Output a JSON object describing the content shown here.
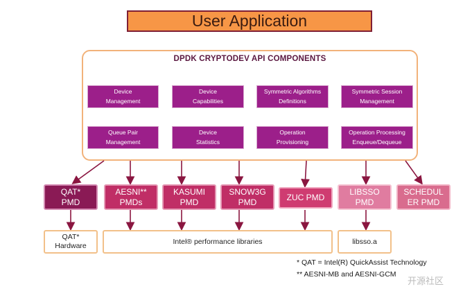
{
  "top_box": {
    "label": "User Application"
  },
  "api": {
    "title": "DPDK CRYPTODEV API COMPONENTS",
    "components": [
      "Device\nManagement",
      "Device\nCapabilities",
      "Symmetric Algorithms\nDefinitions",
      "Symmetric Session\nManagement",
      "Queue Pair\nManagement",
      "Device\nStatistics",
      "Operation\nProvisioning",
      "Operation Processing\nEnqueue/Dequeue"
    ]
  },
  "pmds": [
    "QAT*\nPMD",
    "AESNI**\nPMDs",
    "KASUMI\nPMD",
    "SNOW3G\nPMD",
    "ZUC PMD",
    "LIBSSO\nPMD",
    "SCHEDUL\nER PMD"
  ],
  "backends": {
    "qat": "QAT*\nHardware",
    "intel": "Intel® performance libraries",
    "libsso": "libsso.a"
  },
  "footnotes": [
    "* QAT = Intel(R) QuickAssist Technology",
    "** AESNI-MB and AESNI-GCM"
  ],
  "watermark": "开源社区",
  "colors": {
    "top_fill": "#f79646",
    "component_fill": "#9c1f8a",
    "arrow": "#8a1640",
    "panel_border": "#f2b27a"
  }
}
